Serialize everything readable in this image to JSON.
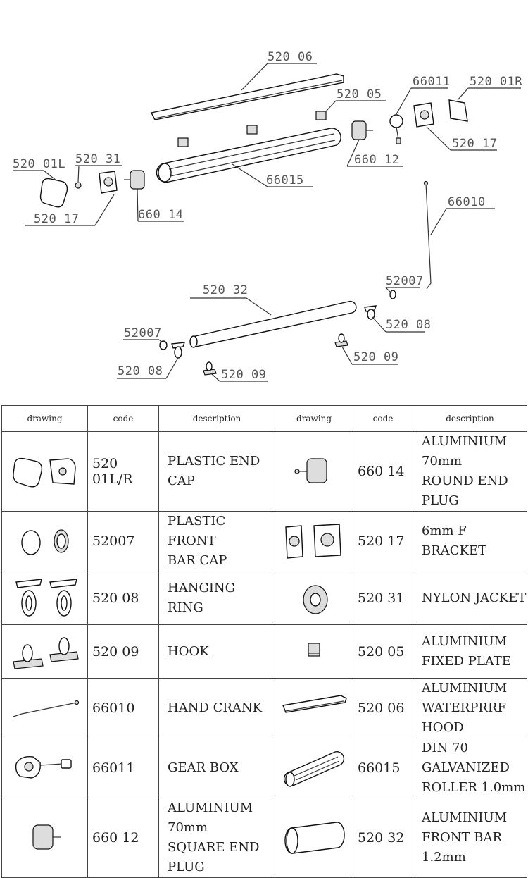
{
  "diagram": {
    "labels": {
      "l52006": "520 06",
      "l52005": "520 05",
      "l66011": "66011",
      "l52001R": "520 01R",
      "l52017r": "520 17",
      "l52001L": "520 01L",
      "l52031": "520 31",
      "l52017l": "520 17",
      "l66014": "660 14",
      "l66012": "660 12",
      "l66015": "66015",
      "l66010": "66010",
      "l52032": "520 32",
      "l52007r": "52007",
      "l52008r": "520 08",
      "l52007l": "52007",
      "l52008l": "520 08",
      "l52009r": "520 09",
      "l52009l": "520 09"
    }
  },
  "table": {
    "headers": [
      "drawing",
      "code",
      "description",
      "drawing",
      "code",
      "description"
    ],
    "rows": [
      {
        "left": {
          "icon": "end-cap-icon",
          "code": "520 01L/R",
          "desc": "PLASTIC END\nCAP"
        },
        "right": {
          "icon": "round-end-plug-icon",
          "code": "660 14",
          "desc": "ALUMINIUM 70mm\nROUND END PLUG"
        }
      },
      {
        "left": {
          "icon": "front-bar-cap-icon",
          "code": "52007",
          "desc": "PLASTIC FRONT\nBAR CAP"
        },
        "right": {
          "icon": "f-bracket-icon",
          "code": "520 17",
          "desc": "6mm F BRACKET"
        }
      },
      {
        "left": {
          "icon": "hanging-ring-icon",
          "code": "520 08",
          "desc": "HANGING RING"
        },
        "right": {
          "icon": "nylon-jacket-icon",
          "code": "520 31",
          "desc": "NYLON JACKET"
        }
      },
      {
        "left": {
          "icon": "hook-icon",
          "code": "520 09",
          "desc": "HOOK"
        },
        "right": {
          "icon": "fixed-plate-icon",
          "code": "520 05",
          "desc": "ALUMINIUM\nFIXED PLATE"
        }
      },
      {
        "left": {
          "icon": "hand-crank-icon",
          "code": "66010",
          "desc": "HAND CRANK"
        },
        "right": {
          "icon": "waterproof-hood-icon",
          "code": "520 06",
          "desc": "ALUMINIUM\nWATERPRRF HOOD"
        }
      },
      {
        "left": {
          "icon": "gear-box-icon",
          "code": "66011",
          "desc": "GEAR BOX"
        },
        "right": {
          "icon": "roller-icon",
          "code": "66015",
          "desc": "DIN 70\nGALVANIZED\nROLLER 1.0mm"
        }
      },
      {
        "left": {
          "icon": "square-end-plug-icon",
          "code": "660 12",
          "desc": "ALUMINIUM 70mm\nSQUARE END\nPLUG"
        },
        "right": {
          "icon": "front-bar-icon",
          "code": "520 32",
          "desc": "ALUMINIUM\nFRONT BAR\n1.2mm"
        }
      }
    ]
  }
}
